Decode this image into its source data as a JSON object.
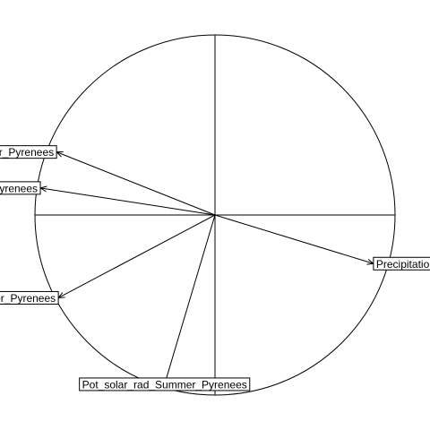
{
  "chart_data": {
    "type": "scatter",
    "title": "",
    "xlabel": "",
    "ylabel": "",
    "xlim": [
      -1,
      1
    ],
    "ylim": [
      -1,
      1
    ],
    "grid": false,
    "unit_circle": true,
    "series": [
      {
        "name": "",
        "points": [
          {
            "label": "Pot_solar_rad_Summer_Pyrenees",
            "x": -0.28,
            "y": -0.94
          },
          {
            "label": "Precipitation_Pyrenees",
            "x": 0.88,
            "y": -0.27
          },
          {
            "label": "Temperature_Summer_Pyrenees",
            "x": -0.87,
            "y": -0.46
          },
          {
            "label": "Temperature_Pyrenees",
            "x": -0.97,
            "y": 0.15
          },
          {
            "label": "Pot_solar_rad_Winter_Pyrenees",
            "x": -0.88,
            "y": 0.35
          }
        ]
      }
    ]
  }
}
